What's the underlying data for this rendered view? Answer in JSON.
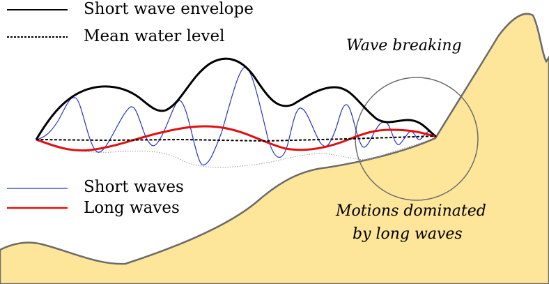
{
  "legend": {
    "envelope": "Short wave envelope",
    "mean_level": "Mean water level",
    "short_waves": "Short waves",
    "long_waves": "Long waves"
  },
  "annotations": {
    "breaking": "Wave breaking",
    "motions_line1": "Motions dominated",
    "motions_line2": "by long waves"
  },
  "colors": {
    "envelope": "#000000",
    "mean_level": "#000000",
    "short_waves": "#2233cc",
    "long_waves": "#e01010",
    "beach_fill": "#fde69a",
    "beach_outline": "#6b6b6b",
    "circle_outline": "#6b6b6b",
    "lower_envelope": "#9a9a9a"
  }
}
